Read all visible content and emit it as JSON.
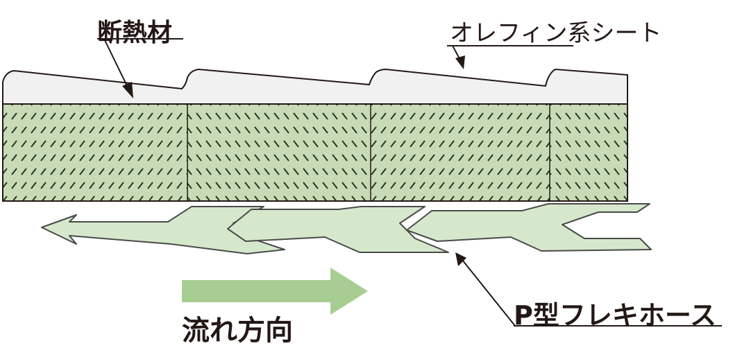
{
  "labels": {
    "insulation": "断熱材",
    "sheet": "オレフィン系シート",
    "hose": "P型フレキホース",
    "flow": "流れ方向"
  },
  "colors": {
    "outline": "#231815",
    "sheet_fill": "#f1f1f1",
    "insulation_fill": "#c9dbb6",
    "hatch": "#1f3a22",
    "hose_fill": "#d6e8cc",
    "hose_stroke": "#4a4a4a",
    "flow_arrow": "#a8cd93"
  },
  "icons": {
    "flow": "arrow-right-icon",
    "hose_segment": "chevron-left-icon"
  }
}
